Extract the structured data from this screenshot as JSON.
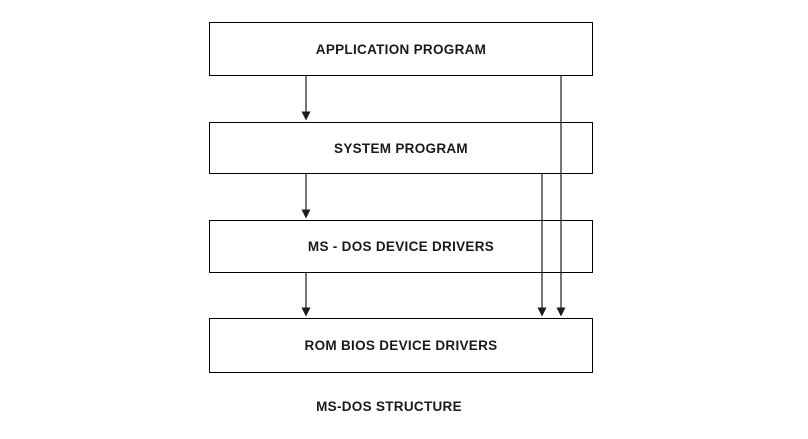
{
  "diagram": {
    "title": "MS-DOS STRUCTURE",
    "boxes": [
      {
        "label": "APPLICATION PROGRAM"
      },
      {
        "label": "SYSTEM PROGRAM"
      },
      {
        "label": "MS - DOS DEVICE DRIVERS"
      },
      {
        "label": "ROM BIOS DEVICE DRIVERS"
      }
    ],
    "arrows": [
      {
        "name": "application-to-system"
      },
      {
        "name": "system-to-msdos-drivers"
      },
      {
        "name": "msdos-drivers-to-rom-bios"
      },
      {
        "name": "application-to-rom-bios"
      },
      {
        "name": "system-to-rom-bios"
      }
    ],
    "colors": {
      "border": "#000000",
      "line": "#1c1c1c",
      "text": "#1a1a1a",
      "background": "#ffffff"
    }
  }
}
